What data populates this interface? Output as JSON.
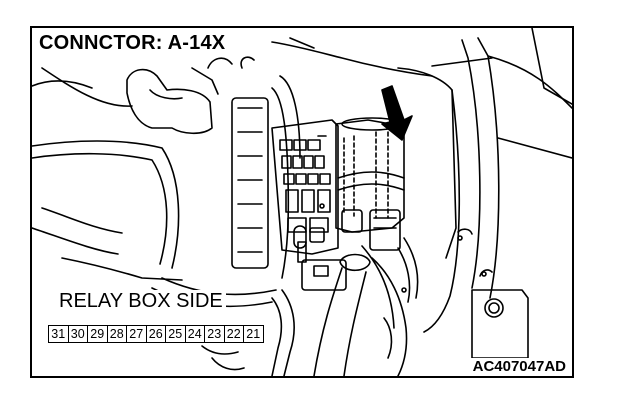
{
  "diagram": {
    "title": "CONNCTOR: A-14X",
    "side_label": "RELAY BOX SIDE",
    "pins": [
      "31",
      "30",
      "29",
      "28",
      "27",
      "26",
      "25",
      "24",
      "23",
      "22",
      "21"
    ],
    "code": "AC407047AD",
    "colors": {
      "line": "#000000",
      "background": "#ffffff"
    }
  }
}
